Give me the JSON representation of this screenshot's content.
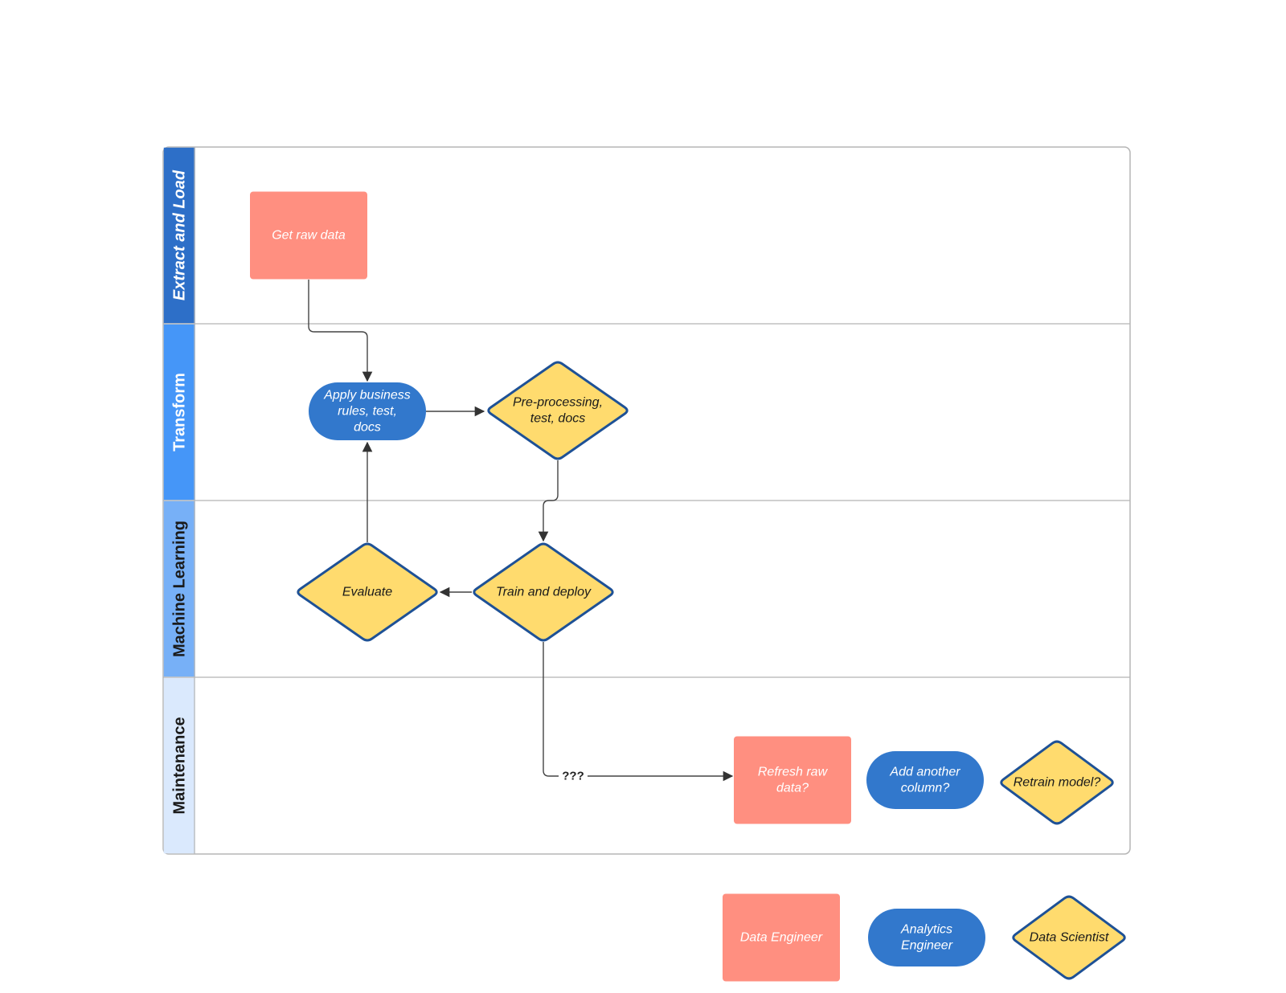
{
  "colors": {
    "data_engineer": "#FF8F80",
    "analytics_engineer": "#3278CC",
    "data_scientist": "#FFDB6E",
    "diamond_border": "#1E5196",
    "lane_extract": "#2D6FC8",
    "lane_transform": "#4596F8",
    "lane_ml": "#77B0F7",
    "lane_maintenance": "#DAE9FD",
    "connector": "#444444"
  },
  "lanes": [
    {
      "id": "extract",
      "label": "Extract and Load",
      "italic": true
    },
    {
      "id": "transform",
      "label": "Transform",
      "italic": false
    },
    {
      "id": "ml",
      "label": "Machine Learning",
      "italic": false
    },
    {
      "id": "maintenance",
      "label": "Maintenance",
      "italic": false
    }
  ],
  "nodes": [
    {
      "id": "get-raw-data",
      "lane": "extract",
      "role": "data_engineer",
      "label": [
        "Get raw data"
      ]
    },
    {
      "id": "apply-business-rules",
      "lane": "transform",
      "role": "analytics_engineer",
      "label": [
        "Apply business",
        "rules, test,",
        "docs"
      ]
    },
    {
      "id": "pre-processing",
      "lane": "transform",
      "role": "data_scientist",
      "label": [
        "Pre-processing,",
        "test, docs"
      ]
    },
    {
      "id": "evaluate",
      "lane": "ml",
      "role": "data_scientist",
      "label": [
        "Evaluate"
      ]
    },
    {
      "id": "train-and-deploy",
      "lane": "ml",
      "role": "data_scientist",
      "label": [
        "Train and deploy"
      ]
    },
    {
      "id": "refresh-raw-data",
      "lane": "maintenance",
      "role": "data_engineer",
      "label": [
        "Refresh raw",
        "data?"
      ]
    },
    {
      "id": "add-another-column",
      "lane": "maintenance",
      "role": "analytics_engineer",
      "label": [
        "Add another",
        "column?"
      ]
    },
    {
      "id": "retrain-model",
      "lane": "maintenance",
      "role": "data_scientist",
      "label": [
        "Retrain model?"
      ]
    }
  ],
  "edges": [
    {
      "from": "get-raw-data",
      "to": "apply-business-rules",
      "label": ""
    },
    {
      "from": "apply-business-rules",
      "to": "pre-processing",
      "label": ""
    },
    {
      "from": "pre-processing",
      "to": "train-and-deploy",
      "label": ""
    },
    {
      "from": "train-and-deploy",
      "to": "evaluate",
      "label": ""
    },
    {
      "from": "evaluate",
      "to": "apply-business-rules",
      "label": ""
    },
    {
      "from": "train-and-deploy",
      "to": "refresh-raw-data",
      "label": "???"
    }
  ],
  "legend": [
    {
      "role": "data_engineer",
      "label": [
        "Data Engineer"
      ]
    },
    {
      "role": "analytics_engineer",
      "label": [
        "Analytics",
        "Engineer"
      ]
    },
    {
      "role": "data_scientist",
      "label": [
        "Data Scientist"
      ]
    }
  ]
}
